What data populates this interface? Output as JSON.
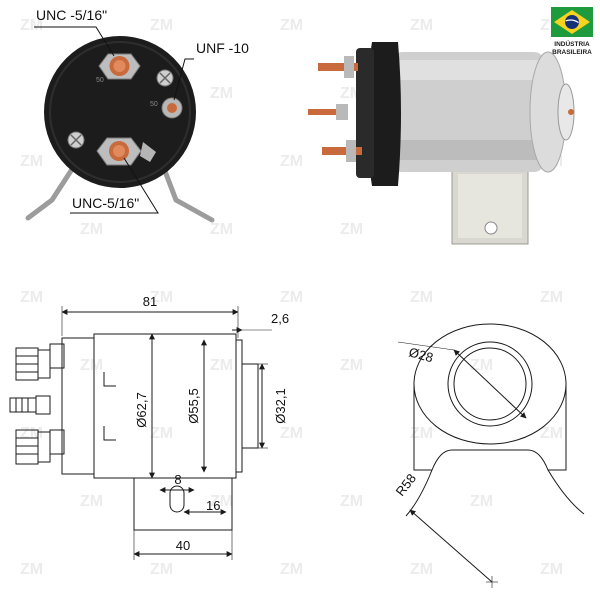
{
  "badge": {
    "line1": "INDÚSTRIA",
    "line2": "BRASILEIRA",
    "flag_colors": {
      "green": "#1e9b3c",
      "yellow": "#f6d31e",
      "blue": "#17307a"
    }
  },
  "watermark": {
    "text": "ZM",
    "color": "#ececec"
  },
  "front_view": {
    "callout_top": "UNC -5/16\"",
    "callout_right": "UNF -10",
    "callout_bottom": "UNC-5/16\"",
    "terminal_marks": [
      "50",
      "50"
    ]
  },
  "side_drawing": {
    "length": "81",
    "flange": "2,6",
    "body_diameter": "Ø62,7",
    "inner_diameter": "Ø55,5",
    "boss_diameter": "Ø32,1",
    "slot_width": "8",
    "slot_offset": "16",
    "bracket_length": "40"
  },
  "end_drawing": {
    "bore_diameter": "Ø28",
    "bracket_radius": "R58"
  },
  "colors": {
    "line": "#1a1a1a",
    "copper": "#c96a3d",
    "silver": "#c9c9c9",
    "housing": "#1c1c1c"
  }
}
